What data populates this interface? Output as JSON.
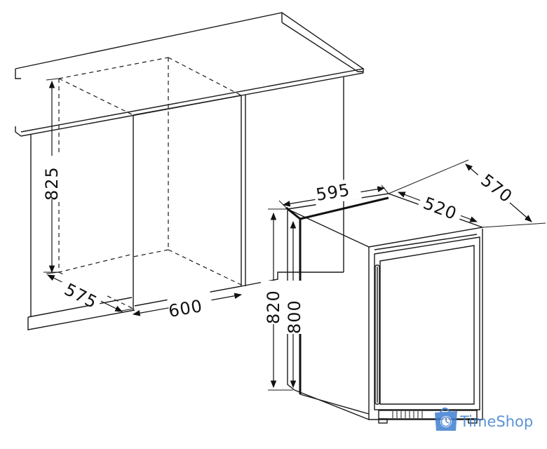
{
  "dimensions": {
    "niche_height": "825",
    "niche_depth": "575",
    "niche_width": "600",
    "unit_width": "595",
    "unit_depth_body": "520",
    "unit_depth_total": "570",
    "unit_height_max": "820",
    "unit_height_min": "800"
  },
  "watermark": {
    "brand": "TimeShop"
  },
  "colors": {
    "line": "#1a1a1a",
    "watermark": "#3f7fd1"
  }
}
